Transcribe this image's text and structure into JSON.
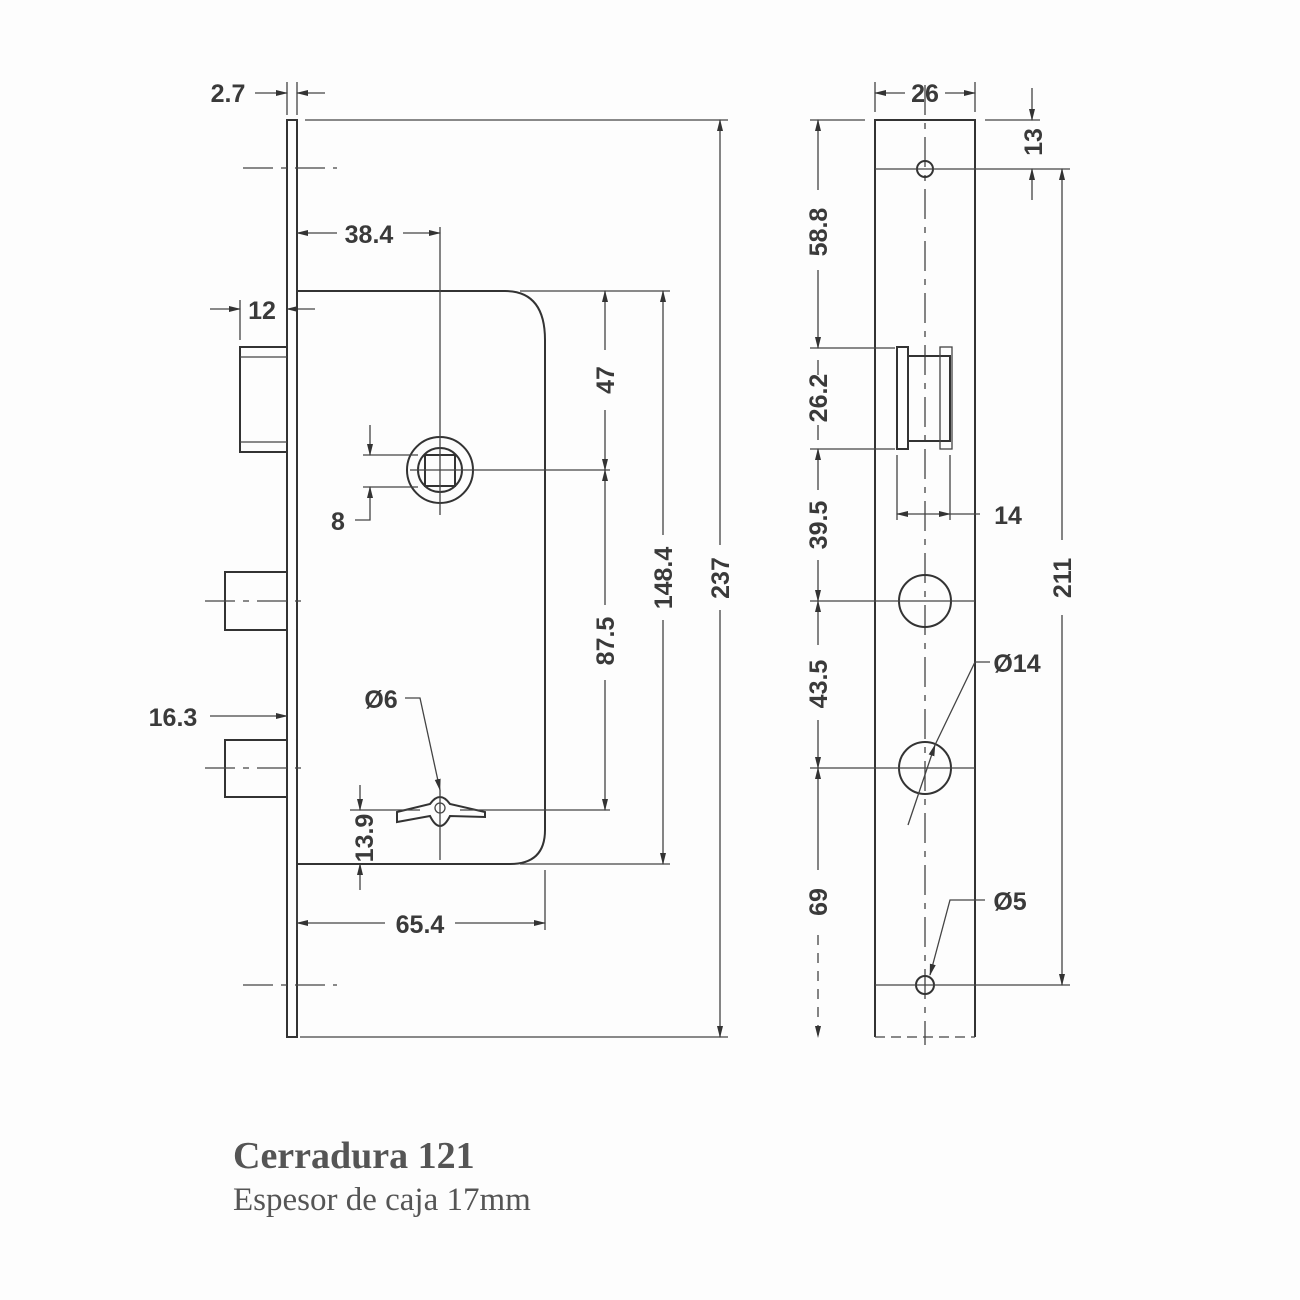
{
  "title": "Cerradura 121",
  "subtitle": "Espesor de caja 17mm",
  "front_view": {
    "faceplate_thickness": "2.7",
    "backset": "38.4",
    "latch_projection": "12",
    "spindle_square": "8",
    "spindle_to_top": "47",
    "spindle_to_cylinder": "87.5",
    "case_height": "148.4",
    "faceplate_height": "237",
    "bolt_projection": "16.3",
    "cylinder_hole": "Ø6",
    "cylinder_to_bottom": "13.9",
    "case_depth": "65.4"
  },
  "side_view": {
    "faceplate_width": "26",
    "top_hole_offset": "13",
    "top_to_latch": "58.8",
    "latch_height": "26.2",
    "latch_to_bolt": "39.5",
    "bolt_spacing": "43.5",
    "bolt_to_bottom": "69",
    "latch_width": "14",
    "bolt_diameter": "Ø14",
    "screw_hole": "Ø5",
    "screw_hole_spacing": "211"
  }
}
